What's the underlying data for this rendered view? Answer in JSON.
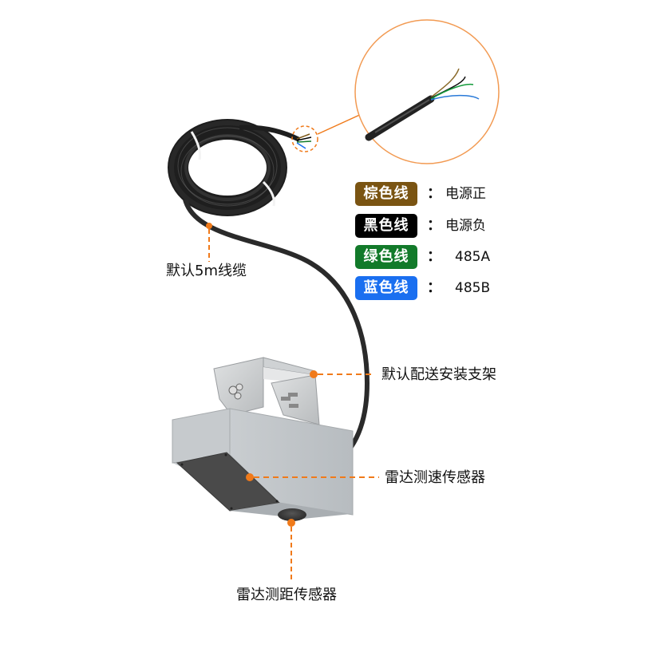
{
  "colors": {
    "accent_orange": "#f07a1a",
    "brown": "#7a5412",
    "black": "#000000",
    "green": "#127a2a",
    "blue": "#1a6ff0"
  },
  "wire_legend": [
    {
      "label": "棕色线",
      "separator": "：",
      "meaning": "电源正",
      "color": "#7a5412"
    },
    {
      "label": "黑色线",
      "separator": "：",
      "meaning": "电源负",
      "color": "#000000"
    },
    {
      "label": "绿色线",
      "separator": "：",
      "meaning": "485A",
      "color": "#127a2a"
    },
    {
      "label": "蓝色线",
      "separator": "：",
      "meaning": "485B",
      "color": "#1a6ff0"
    }
  ],
  "callouts": {
    "cable": "默认5m线缆",
    "bracket": "默认配送安装支架",
    "speed_sensor": "雷达测速传感器",
    "distance_sensor": "雷达测距传感器"
  },
  "illustrations": {
    "cable_coil": "coiled-black-cable",
    "wire_detail": "magnified-wire-ends",
    "sensor_housing": "radar-sensor-housing",
    "mount": "stainless-mounting-bracket"
  }
}
